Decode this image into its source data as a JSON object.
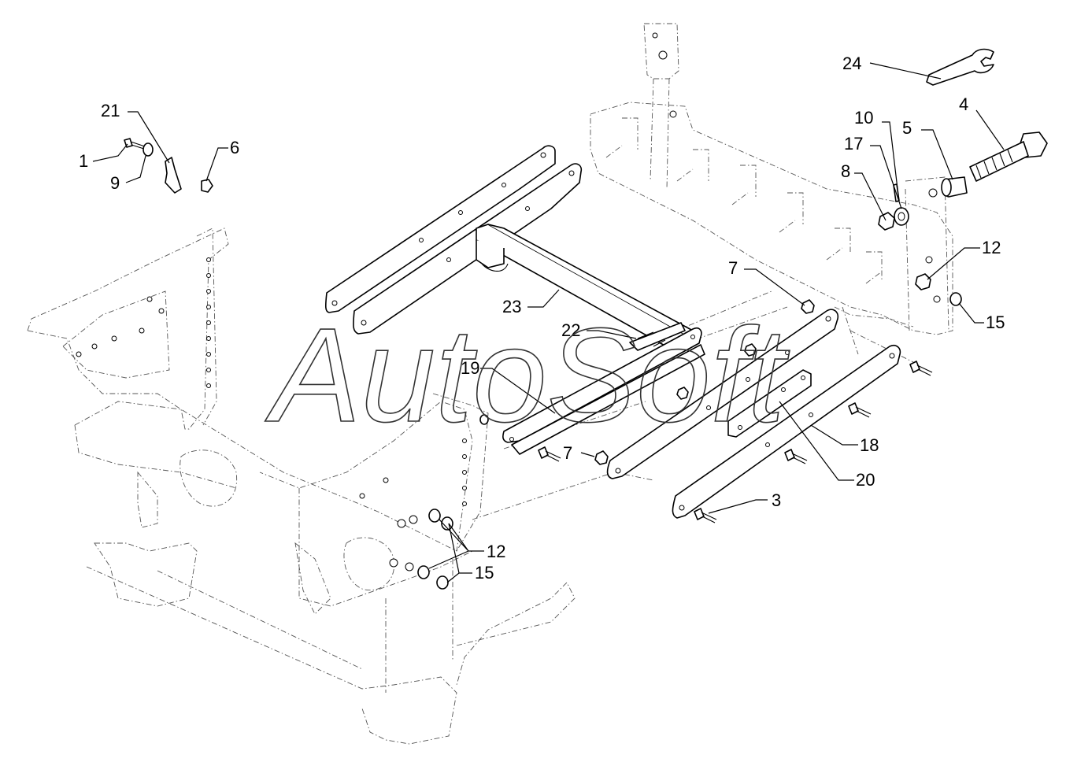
{
  "watermark": "AutoSoft",
  "callouts": [
    {
      "id": "c24",
      "label": "24"
    },
    {
      "id": "c4",
      "label": "4"
    },
    {
      "id": "c10",
      "label": "10"
    },
    {
      "id": "c5",
      "label": "5"
    },
    {
      "id": "c17",
      "label": "17"
    },
    {
      "id": "c8",
      "label": "8"
    },
    {
      "id": "c21",
      "label": "21"
    },
    {
      "id": "c1",
      "label": "1"
    },
    {
      "id": "c6",
      "label": "6"
    },
    {
      "id": "c9",
      "label": "9"
    },
    {
      "id": "c12a",
      "label": "12"
    },
    {
      "id": "c7a",
      "label": "7"
    },
    {
      "id": "c15a",
      "label": "15"
    },
    {
      "id": "c23",
      "label": "23"
    },
    {
      "id": "c22",
      "label": "22"
    },
    {
      "id": "c19",
      "label": "19"
    },
    {
      "id": "c7b",
      "label": "7"
    },
    {
      "id": "c18",
      "label": "18"
    },
    {
      "id": "c20",
      "label": "20"
    },
    {
      "id": "c3",
      "label": "3"
    },
    {
      "id": "c12b",
      "label": "12"
    },
    {
      "id": "c15b",
      "label": "15"
    }
  ],
  "colors": {
    "line": "#000000",
    "ghost": "#555555",
    "background": "#ffffff"
  }
}
